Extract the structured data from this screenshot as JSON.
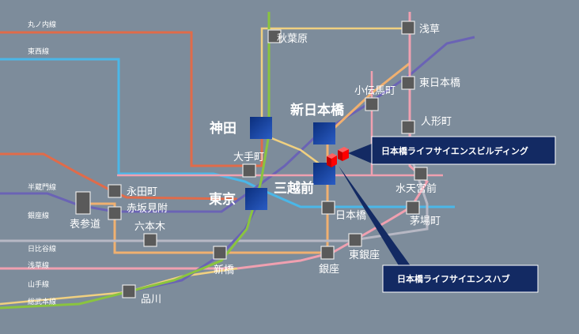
{
  "colors": {
    "background": "#7d8c9b",
    "marunouchi": "#e06b4a",
    "tozai": "#4ab7e8",
    "hanzomon": "#6a63b5",
    "ginza": "#f08b2a",
    "hibiya": "#b7b8c4",
    "asakusa": "#f0a0b0",
    "yamanote": "#8ac43f",
    "sobu": "#f0d080",
    "major_station": "#1a3a8a",
    "callout_box": "#132a63",
    "building": "#e00000"
  },
  "lines": {
    "marunouchi": "丸ノ内線",
    "tozai": "東西線",
    "hanzomon": "半蔵門線",
    "ginza": "銀座線",
    "hibiya": "日比谷線",
    "asakusa": "浅草線",
    "yamanote": "山手線",
    "sobu": "総武本線"
  },
  "stations": {
    "akihabara": "秋葉原",
    "asakusa": "浅草",
    "higashi_nihombashi": "東日本橋",
    "kodemmacho": "小伝馬町",
    "ningyocho": "人形町",
    "otemachi": "大手町",
    "nagatacho": "永田町",
    "akasaka_mitsuke": "赤坂見附",
    "omotesando": "表参道",
    "roppongi": "六本木",
    "nihombashi": "日本橋",
    "suitengumae": "水天宮前",
    "kayabacho": "茅場町",
    "higashi_ginza": "東銀座",
    "shimbashi": "新橋",
    "ginza": "銀座",
    "shinagawa": "品川"
  },
  "major_stations": {
    "kanda": "神田",
    "tokyo": "東京",
    "shin_nihombashi": "新日本橋",
    "mitsukoshimae": "三越前"
  },
  "callouts": {
    "building": "日本橋ライフサイエンスビルディング",
    "hub": "日本橋ライフサイエンスハブ"
  }
}
